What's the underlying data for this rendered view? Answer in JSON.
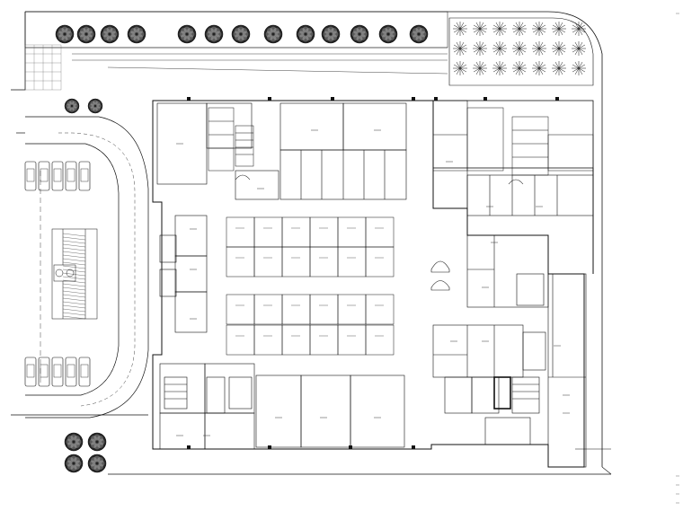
{
  "colors": {
    "ink": "#111111",
    "background": "#ffffff",
    "tree": "#222222"
  },
  "drawing": {
    "stall_rows": 4,
    "stalls_per_row": 6,
    "parked_car_groups": 2,
    "cars_per_group": 5
  }
}
